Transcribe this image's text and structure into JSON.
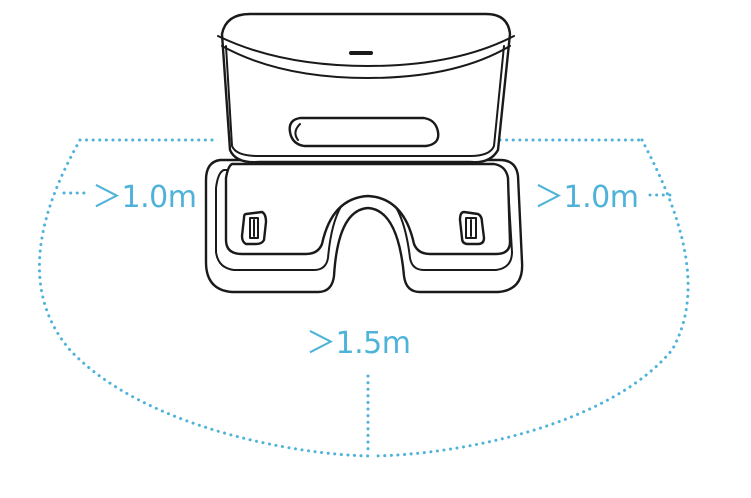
{
  "colors": {
    "accent": "#4fb3d9",
    "line": "#1a1a1a",
    "background": "#ffffff"
  },
  "clearances": {
    "left": "＞1.0m",
    "right": "＞1.0m",
    "front": "＞1.5m"
  }
}
